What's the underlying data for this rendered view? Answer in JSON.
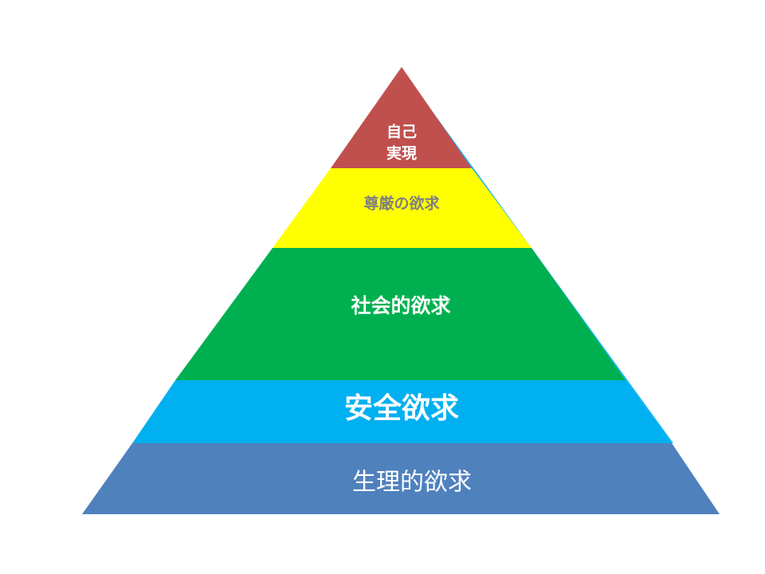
{
  "pyramid": {
    "levels": [
      {
        "key": "self_actualization",
        "label_lines": [
          "自己",
          "実現"
        ],
        "fill": "#C0504D",
        "text_color": "#FFFFFF"
      },
      {
        "key": "esteem",
        "label_lines": [
          "尊厳の欲求"
        ],
        "fill": "#FFFF00",
        "text_color": "#7F7F7F"
      },
      {
        "key": "social",
        "label_lines": [
          "社会的欲求"
        ],
        "fill": "#00B050",
        "text_color": "#FFFFFF"
      },
      {
        "key": "safety",
        "label_lines": [
          "安全欲求"
        ],
        "fill": "#00B0F0",
        "text_color": "#FFFFFF"
      },
      {
        "key": "physiological",
        "label_lines": [
          "生理的欲求"
        ],
        "fill": "#4F81BD",
        "text_color": "#FFFFFF"
      }
    ]
  }
}
